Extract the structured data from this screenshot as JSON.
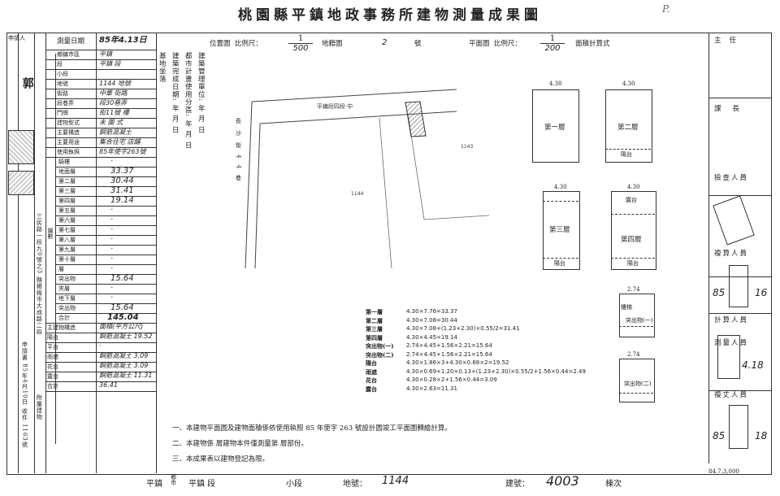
{
  "title": "桃園縣平鎮地政事務所建物測量成果圖",
  "corner_mark": "P.",
  "left_table": {
    "applicant_label": "申請人",
    "survey_date_label": "測量日期",
    "survey_date": "85年4.13日",
    "rows": [
      {
        "label": "鄉鎮市區",
        "value": "平鎮"
      },
      {
        "label": "段",
        "value": "平鎮 段"
      },
      {
        "label": "小段",
        "value": ""
      },
      {
        "label": "地號",
        "value": "1144 地號"
      },
      {
        "label": "街路",
        "value": "中華 街路"
      },
      {
        "label": "段巷弄",
        "value": "段30巷弄"
      },
      {
        "label": "門牌",
        "value": "街11號 樓"
      },
      {
        "label": "建物型式",
        "value": "未 圍 式"
      },
      {
        "label": "主要構造",
        "value": "鋼筋混凝土"
      },
      {
        "label": "主要用途",
        "value": "集合住宅 店舖"
      },
      {
        "label": "使用執照",
        "value": "85年使字263號"
      }
    ],
    "floors_label": "層數",
    "floors": [
      {
        "label": "騎樓",
        "value": "·"
      },
      {
        "label": "地面層",
        "value": "33.37"
      },
      {
        "label": "第二層",
        "value": "30.44"
      },
      {
        "label": "第三層",
        "value": "31.41"
      },
      {
        "label": "第四層",
        "value": "19.14"
      },
      {
        "label": "第五層",
        "value": "·"
      },
      {
        "label": "第六層",
        "value": "·"
      },
      {
        "label": "第七層",
        "value": "·"
      },
      {
        "label": "第八層",
        "value": "·"
      },
      {
        "label": "第九層",
        "value": "·"
      },
      {
        "label": "第十層",
        "value": "·"
      },
      {
        "label": "層",
        "value": "·"
      },
      {
        "label": "突出物",
        "value": "15.64"
      },
      {
        "label": "夾層",
        "value": "·"
      },
      {
        "label": "地下層",
        "value": "·"
      },
      {
        "label": "突出物",
        "value": "15.64"
      }
    ],
    "total_label": "合計",
    "total": "145.04",
    "annex_rows": [
      {
        "label": "主建物構造",
        "value": "面積(平方公尺)"
      },
      {
        "label": "陽台",
        "value": "鋼筋混凝土 19.52"
      },
      {
        "label": "平台",
        "value": "·"
      },
      {
        "label": "雨遮",
        "value": "鋼筋混凝土 3.09"
      },
      {
        "label": "花台",
        "value": "鋼筋混凝土 3.09"
      },
      {
        "label": "露台",
        "value": "鋼筋混凝土 11.31"
      },
      {
        "label": "合計",
        "value": "36.41"
      }
    ],
    "owner_name": "郭",
    "address_vertical": "三民路一段九0號之3 縣楊梅市大成路二段",
    "applicant_date_vertical": "申請書 85年4月10日 收件 1163號",
    "annex_label_vertical": "附屬建物"
  },
  "middle_column": {
    "label1": "基地坐落",
    "label2": "建築完成日期: 年 月 日",
    "label3": "都市計畫使用分區: 年 月 日",
    "label4": "建築管理單位: 年 月 日"
  },
  "location_map": {
    "header": "位置圖",
    "scale_label": "比例尺：",
    "scale_num": "1",
    "scale_den": "500",
    "map_label": "地籍圖",
    "map_no": "2",
    "map_no_suffix": "號",
    "road_label": "平鎮段四段·中",
    "side_road_label": "長沙街44巷",
    "lot_1144": "1144",
    "lot_1143": "1143"
  },
  "floor_plan": {
    "header": "平面圖",
    "scale_label": "比例尺：",
    "scale_num": "1",
    "scale_den": "200",
    "area_method": "面積計算式",
    "plans": [
      {
        "name": "第一層",
        "dim": "4.30"
      },
      {
        "name": "第二層",
        "dim": "4.30"
      },
      {
        "name": "第三層",
        "dim": "4.30"
      },
      {
        "name": "第四層",
        "dim": "4.30"
      },
      {
        "name": "突出物(一)",
        "dim": "2.74"
      },
      {
        "name": "突出物(二)",
        "dim": "2.74"
      }
    ],
    "balcony": "陽台",
    "stair": "樓梯",
    "terrace": "露台"
  },
  "calculations": [
    {
      "label": "第一層",
      "formula": "4.30×7.76=33.37"
    },
    {
      "label": "第二層",
      "formula": "4.30×7.08=30.44"
    },
    {
      "label": "第三層",
      "formula": "4.30×7.08+(1.23+2.30)×0.55/2=31.41"
    },
    {
      "label": "第四層",
      "formula": "4.30×4.45=19.14"
    },
    {
      "label": "突出物(一)",
      "formula": "2.74×4.45+1.56×2.21=15.64"
    },
    {
      "label": "突出物(二)",
      "formula": "2.74×4.45+1.56×2.21=15.64"
    },
    {
      "label": "陽台",
      "formula": "4.30×1.86×3+4.30×0.68×2=19.52"
    },
    {
      "label": "雨遮",
      "formula": "4.30×0.69+1.20×0.13+(1.23+2.30)×0.55/2+1.56×0.44=2.49"
    },
    {
      "label": "花台",
      "formula": "4.30×0.28×2+1.56×0.44=3.09"
    },
    {
      "label": "露台",
      "formula": "4.30×2.63=11.31"
    }
  ],
  "notes": [
    "一、本建物平面圖及建物面積係依使用執照 85 年使字 263 號設計圖竣工平面圖轉繪計算。",
    "二、本建物係 層建物本件僅測量第 層部份。",
    "三、本成果表以建物登記為限。"
  ],
  "footer": {
    "township": "平鎮",
    "township_suffix": "鄉市",
    "section": "平鎮 段",
    "subsection": "小段",
    "lot_label": "地號：",
    "lot": "1144",
    "bldg_label": "建號：",
    "bldg": "4003",
    "floor_label": "棟次",
    "form_code": "84.7.3,000"
  },
  "right_column": {
    "sections": [
      "主任",
      "課長",
      "檢查人員",
      "複算人員",
      "計算人員",
      "測量人員",
      "複丈人員"
    ],
    "date1": "85",
    "date1b": "16",
    "date2": "4.18",
    "date3": "85",
    "date3b": "18"
  }
}
